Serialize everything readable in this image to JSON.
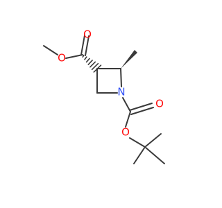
{
  "molecule": {
    "atoms": {
      "o_carbonyl_top": {
        "symbol": "O",
        "color": "#ff0d0d"
      },
      "o_ester_methyl": {
        "symbol": "O",
        "color": "#ff0d0d"
      },
      "n_ring": {
        "symbol": "N",
        "color": "#3050f8"
      },
      "o_carbonyl_boc": {
        "symbol": "O",
        "color": "#ff0d0d"
      },
      "o_ester_tbu": {
        "symbol": "O",
        "color": "#ff0d0d"
      }
    }
  }
}
